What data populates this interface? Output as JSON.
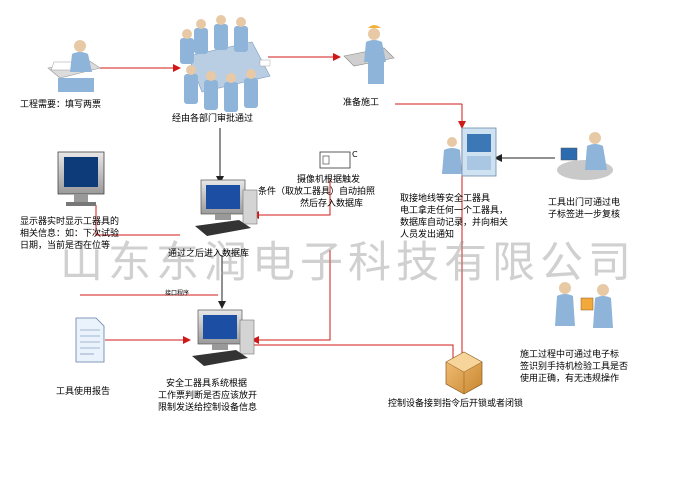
{
  "labels": {
    "engineering_need": "工程需要：填写两票",
    "dept_approval": "经由各部门审批通过",
    "prepare_construction": "准备施工",
    "camera_line1": "摄像机根据触发",
    "camera_line2": "条件（取放工器具）自动拍照",
    "camera_line3": "然后存入数据库",
    "camera_mark": "C",
    "monitor_line1": "显示器实时显示工器具的",
    "monitor_line2": "相关信息：如：下次试验",
    "monitor_line3": "日期，当前是否在位等",
    "enter_database": "通过之后进入数据库",
    "interface_program": "接口程序",
    "pickup_line1": "取接地线等安全工器具",
    "pickup_line2": "电工拿走任何一个工器具，",
    "pickup_line3": "数据库自动记录，并向相关",
    "pickup_line4": "人员发出通知",
    "exit_check_line1": "工具出门可通过电",
    "exit_check_line2": "子标签进一步复核",
    "usage_report": "工具使用报告",
    "judge_line1": "安全工器具系统根据",
    "judge_line2": "工作票判断是否应该放开",
    "judge_line3": "限制发送给控制设备信息",
    "lock_control": "控制设备接到指令后开锁或者闭锁",
    "during_line1": "施工过程中可通过电子标",
    "during_line2": "签识别手持机检验工具是否",
    "during_line3": "使用正确，有无违规操作"
  },
  "watermark": "山东东润电子科技有限公司",
  "colors": {
    "flow_line": "#e02020",
    "flow_line_dark": "#222222",
    "person": "#8fb4d9",
    "skin": "#e8c9a6"
  }
}
